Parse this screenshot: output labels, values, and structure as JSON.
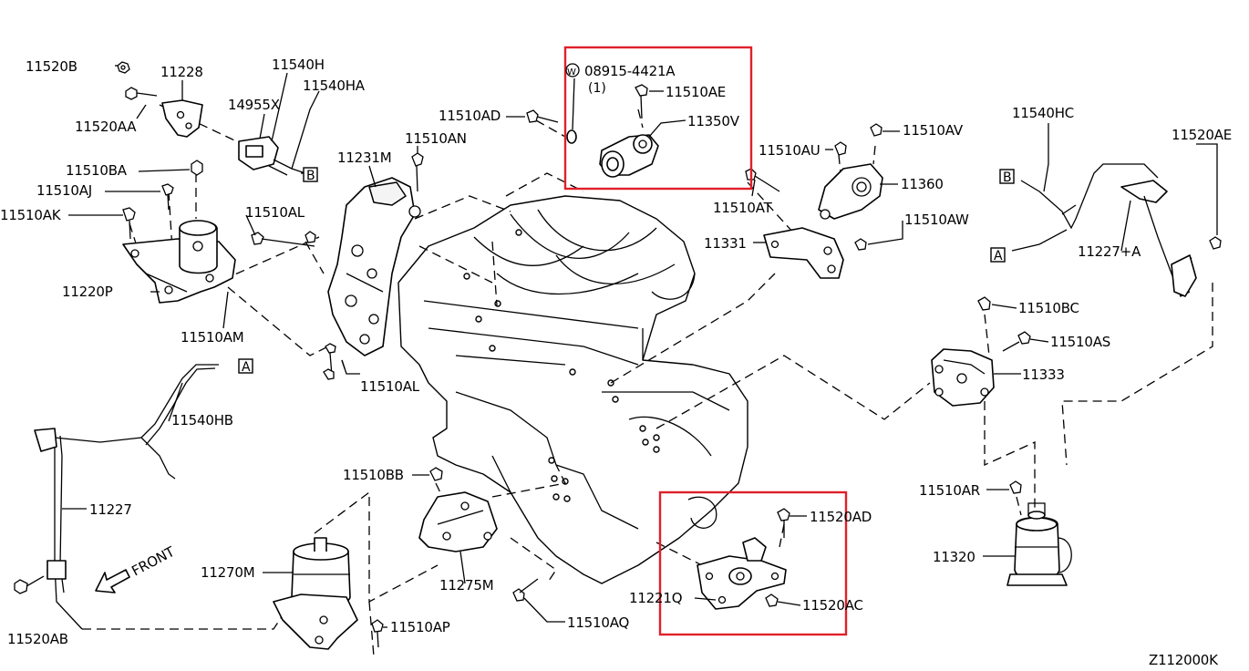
{
  "labels": {
    "l11520B": "11520B",
    "l11228": "11228",
    "l11520AA": "11520AA",
    "l11540H": "11540H",
    "l11540HA": "11540HA",
    "l14955X": "14955X",
    "l08915": "08915-4421A",
    "l08915q": "(1)",
    "l11510AE": "11510AE",
    "l11350V": "11350V",
    "l11510AD": "11510AD",
    "l11510AN": "11510AN",
    "l11231M": "11231M",
    "l11510BA": "11510BA",
    "l11510AJ": "11510AJ",
    "l11510AK": "11510AK",
    "l11510AL1": "11510AL",
    "l11220P": "11220P",
    "l11510AM": "11510AM",
    "l11510AL2": "11510AL",
    "l11540HB": "11540HB",
    "l11227": "11227",
    "l11520AB": "11520AB",
    "l11270M": "11270M",
    "l11510BB": "11510BB",
    "l11275M": "11275M",
    "l11510AQ": "11510AQ",
    "l11510AP": "11510AP",
    "l11520AD": "11520AD",
    "l11221Q": "11221Q",
    "l11520AC": "11520AC",
    "l11510AU": "11510AU",
    "l11510AV": "11510AV",
    "l11360": "11360",
    "l11510AT": "11510AT",
    "l11510AW": "11510AW",
    "l11331": "11331",
    "l11540HC": "11540HC",
    "l11520AE": "11520AE",
    "l11227A": "11227+A",
    "l11510BC": "11510BC",
    "l11510AS": "11510AS",
    "l11333": "11333",
    "l11510AR": "11510AR",
    "l11320": "11320",
    "front": "FRONT",
    "code": "Z112000K"
  },
  "markers": {
    "b1": "B",
    "b2": "B",
    "a1": "A",
    "a2": "A",
    "w": "W"
  },
  "colors": {
    "highlight": "#e0202a",
    "line": "#000000"
  }
}
